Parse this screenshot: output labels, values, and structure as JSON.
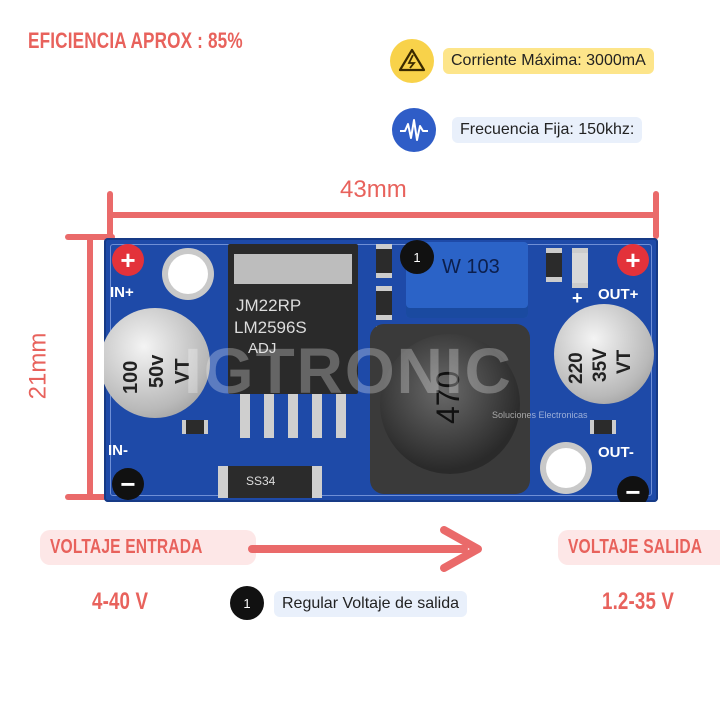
{
  "efficiency_label": "EFICIENCIA APROX : 85%",
  "max_current": {
    "icon": "warning-icon",
    "label": "Corriente Máxima: 3000mA"
  },
  "frequency": {
    "icon": "waveform-icon",
    "label": "Frecuencia Fija: 150khz:"
  },
  "dimensions": {
    "width": "43mm",
    "height": "21mm"
  },
  "board": {
    "pin_in_plus": "IN+",
    "pin_in_minus": "IN-",
    "pin_out_plus": "OUT+",
    "pin_out_minus": "OUT-",
    "chip_text_1": "JM22RP",
    "chip_text_2": "LM2596S",
    "chip_text_3": "ADJ",
    "potentiometer_text": "W 103",
    "marker_number": "1",
    "capacitor_left_1": "100",
    "capacitor_left_2": "50v",
    "capacitor_left_3": "VT",
    "capacitor_right_1": "220",
    "capacitor_right_2": "35V",
    "capacitor_right_3": "VT",
    "inductor_text": "470",
    "diode_text": "SS34",
    "watermark": "IGTRONIC",
    "watermark_sub": "Soluciones Electronicas",
    "plus_symbol": "+",
    "minus_symbol": "−"
  },
  "input_voltage": {
    "label": "VOLTAJE ENTRADA",
    "value": "4-40 V"
  },
  "output_voltage": {
    "label": "VOLTAJE SALIDA",
    "value": "1.2-35 V"
  },
  "legend": {
    "number": "1",
    "label": "Regular Voltaje de salida"
  },
  "colors": {
    "accent_red": "#e8625c",
    "pcb_blue": "#1e4aa8",
    "warning_yellow": "#fde58a",
    "freq_blue": "#2f5dc7"
  }
}
